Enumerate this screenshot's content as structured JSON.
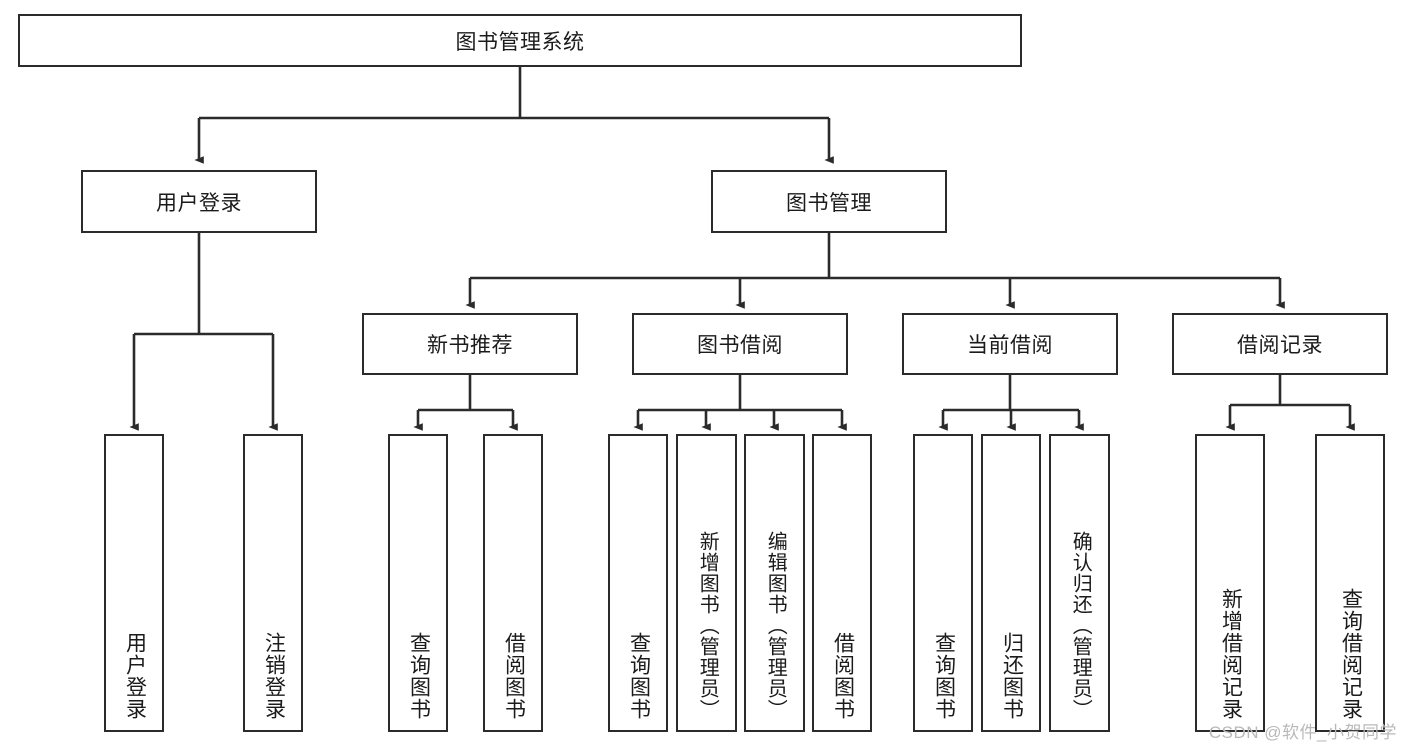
{
  "diagram": {
    "type": "tree-hierarchy",
    "title": "图书管理系统",
    "root": {
      "id": "root",
      "label": "图书管理系统"
    },
    "level2": [
      {
        "id": "user-login",
        "label": "用户登录"
      },
      {
        "id": "book-manage",
        "label": "图书管理"
      }
    ],
    "level3": [
      {
        "id": "new-book-recommend",
        "label": "新书推荐",
        "parent": "book-manage"
      },
      {
        "id": "book-borrow",
        "label": "图书借阅",
        "parent": "book-manage"
      },
      {
        "id": "current-borrow",
        "label": "当前借阅",
        "parent": "book-manage"
      },
      {
        "id": "borrow-record",
        "label": "借阅记录",
        "parent": "book-manage"
      }
    ],
    "leaves": {
      "user-login": [
        {
          "id": "leaf-user-login",
          "label": "用户登录"
        },
        {
          "id": "leaf-user-logout",
          "label": "注销登录"
        }
      ],
      "new-book-recommend": [
        {
          "id": "leaf-query-book-1",
          "label": "查询图书"
        },
        {
          "id": "leaf-borrow-book-1",
          "label": "借阅图书"
        }
      ],
      "book-borrow": [
        {
          "id": "leaf-query-book-2",
          "label": "查询图书"
        },
        {
          "id": "leaf-add-book",
          "label": "新增图书（管理员）"
        },
        {
          "id": "leaf-edit-book",
          "label": "编辑图书（管理员）"
        },
        {
          "id": "leaf-borrow-book-2",
          "label": "借阅图书"
        }
      ],
      "current-borrow": [
        {
          "id": "leaf-query-book-3",
          "label": "查询图书"
        },
        {
          "id": "leaf-return-book",
          "label": "归还图书"
        },
        {
          "id": "leaf-confirm-return",
          "label": "确认归还（管理员）"
        }
      ],
      "borrow-record": [
        {
          "id": "leaf-add-record",
          "label": "新增借阅记录"
        },
        {
          "id": "leaf-query-record",
          "label": "查询借阅记录"
        }
      ]
    },
    "colors": {
      "stroke": "#2b2b2b",
      "text": "#1b1b1b",
      "background": "#ffffff",
      "watermark": "#b9b9b9"
    }
  },
  "watermark": {
    "text": "CSDN @软件_小贺同学"
  }
}
